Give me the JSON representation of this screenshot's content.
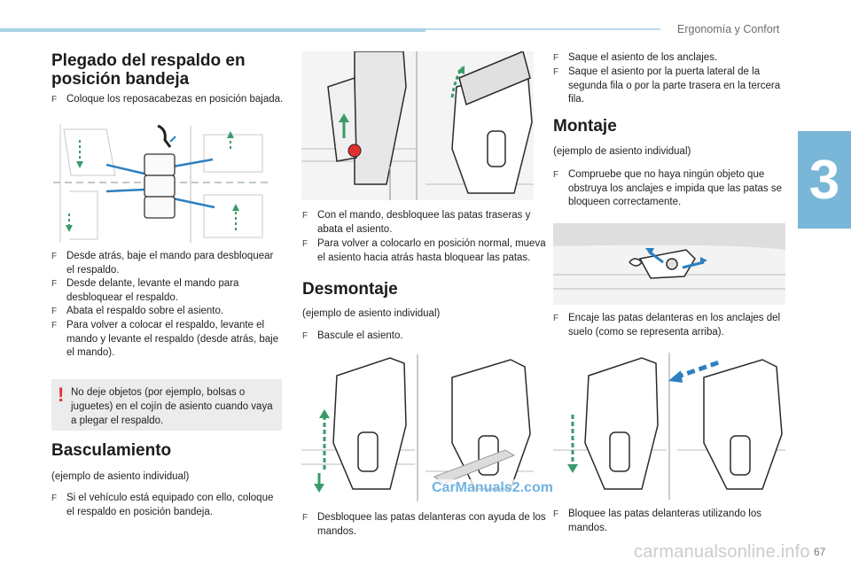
{
  "header": {
    "chapter_title": "Ergonomía y Confort",
    "chapter_number": "3"
  },
  "footer": {
    "page_number": "67",
    "watermark": "carmanualsonline.info",
    "carmanuals_logo": "CarManuals2.com"
  },
  "col1": {
    "title_line1": "Plegado del respaldo en",
    "title_line2": "posición bandeja",
    "bullet1": "Coloque los reposacabezas en posición bajada.",
    "bullets2": [
      "Desde atrás, baje el mando para desbloquear el respaldo.",
      "Desde delante, levante el mando para desbloquear el respaldo.",
      "Abata el respaldo sobre el asiento.",
      "Para volver a colocar el respaldo, levante el mando y levante el respaldo (desde atrás, baje el mando)."
    ],
    "warning": "No deje objetos (por ejemplo, bolsas o juguetes) en el cojín de asiento cuando vaya a plegar el respaldo.",
    "bascu_title": "Basculamiento",
    "bascu_note": "(ejemplo de asiento individual)",
    "bascu_bullet": "Si el vehículo está equipado con ello, coloque el respaldo en posición bandeja."
  },
  "col2": {
    "bullets1": [
      "Con el mando, desbloquee las patas traseras y abata el asiento.",
      "Para volver a colocarlo en posición normal, mueva el asiento hacia atrás hasta bloquear las patas."
    ],
    "desmontaje_title": "Desmontaje",
    "desmontaje_note": "(ejemplo de asiento individual)",
    "desmontaje_bullet": "Bascule el asiento.",
    "bottom_bullet": "Desbloquee las patas delanteras con ayuda de los mandos."
  },
  "col3": {
    "bullets1": [
      "Saque el asiento de los anclajes.",
      "Saque el asiento por la puerta lateral de la segunda fila o por la parte trasera en la tercera fila."
    ],
    "montaje_title": "Montaje",
    "montaje_note": "(ejemplo de asiento individual)",
    "montaje_bullet": "Compruebe que no haya ningún objeto que obstruya los anclajes e impida que las patas se bloqueen correctamente.",
    "bullet_after_fig": "Encaje las patas delanteras en los anclajes del suelo (como se representa arriba).",
    "bottom_bullet": "Bloquee las patas delanteras utilizando los mandos."
  },
  "colors": {
    "accent_blue": "#79b6d8",
    "warning_red": "#e3302f",
    "arrow_blue": "#2d80c0",
    "arrow_green": "#3a9a6a"
  }
}
